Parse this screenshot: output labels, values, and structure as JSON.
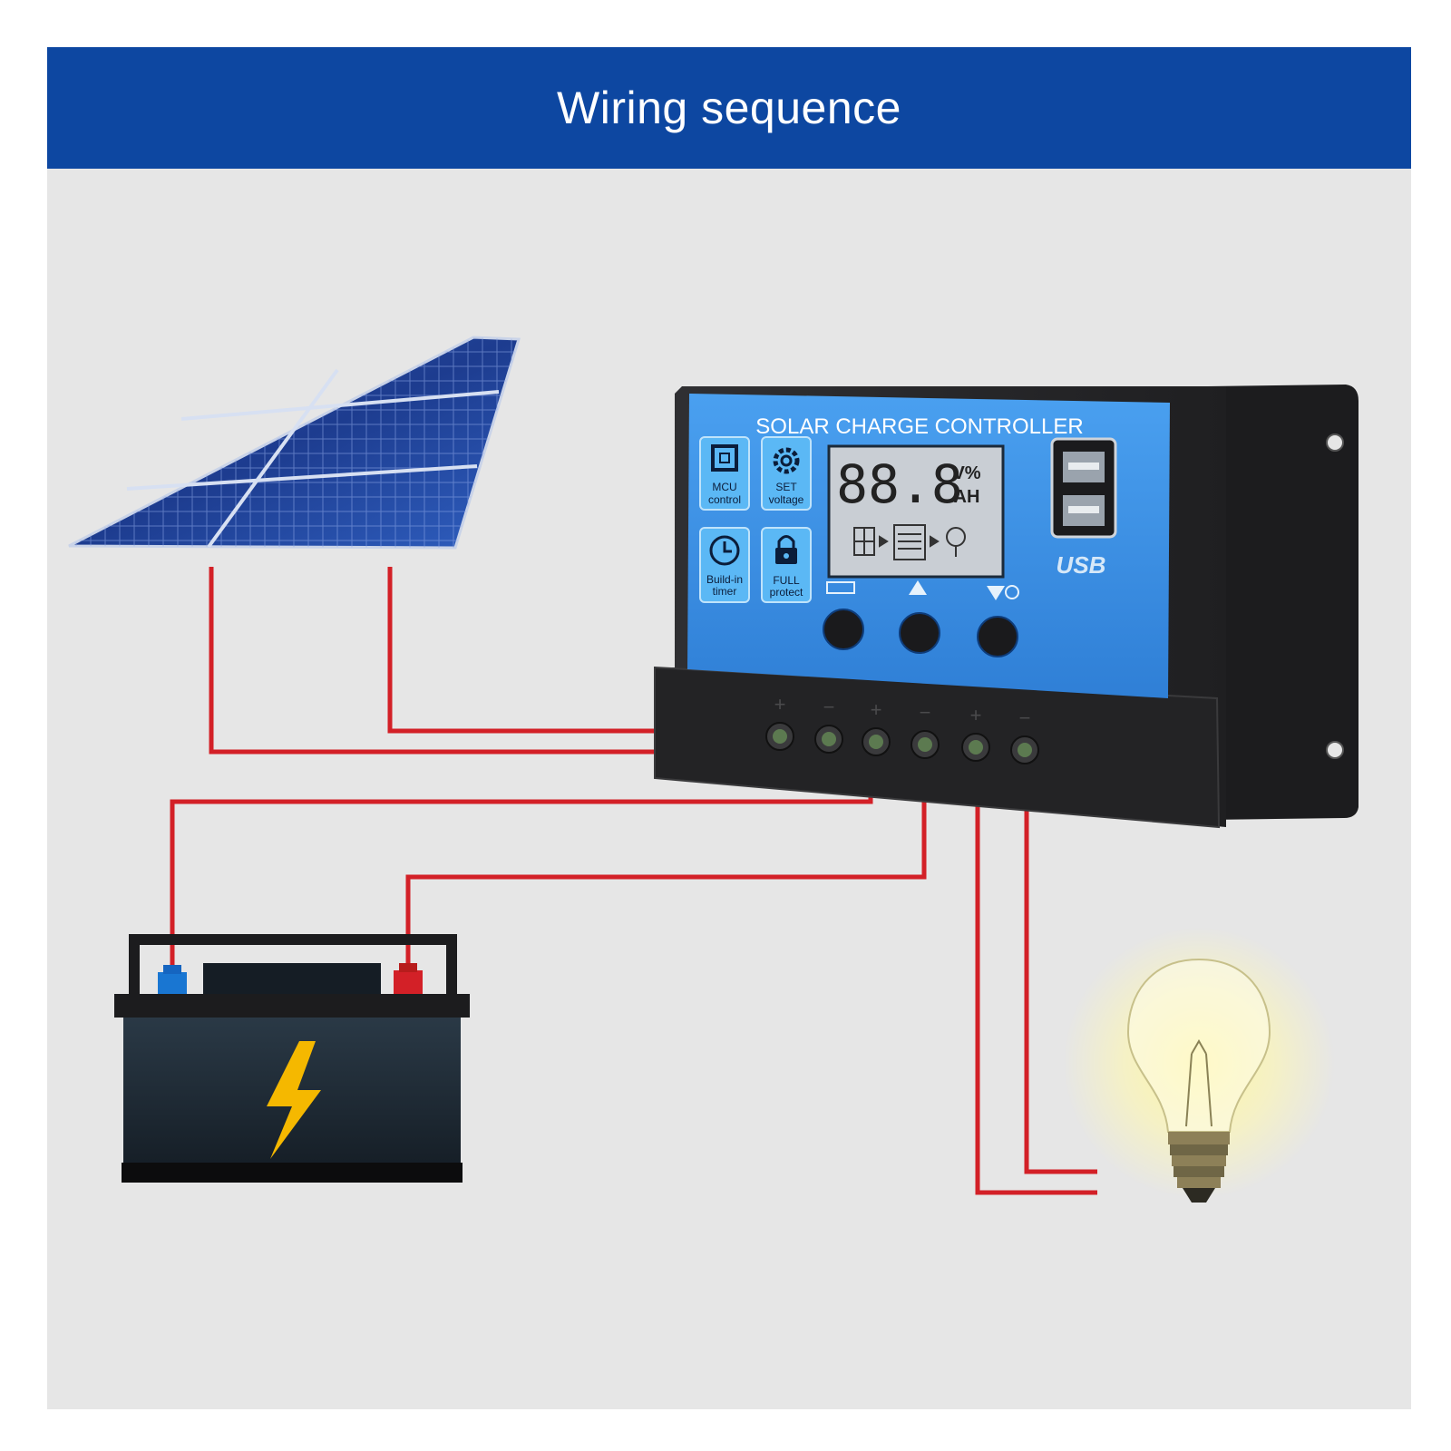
{
  "header": {
    "title": "Wiring sequence"
  },
  "controller": {
    "title": "SOLAR CHARGE CONTROLLER",
    "lcd_digits": "88.8",
    "lcd_unit_top": "V%",
    "lcd_unit_bottom": "AH",
    "usb_label": "USB",
    "features": [
      {
        "icon": "chip-icon",
        "line1": "MCU",
        "line2": "control"
      },
      {
        "icon": "gear-icon",
        "line1": "SET",
        "line2": "voltage"
      },
      {
        "icon": "clock-icon",
        "line1": "Build-in",
        "line2": "timer"
      },
      {
        "icon": "lock-icon",
        "line1": "FULL",
        "line2": "protect"
      }
    ],
    "terminal_signs": [
      "+",
      "−",
      "+",
      "−",
      "+",
      "−"
    ]
  },
  "colors": {
    "header": "#0d47a1",
    "wire": "#d32027",
    "controller_face": "#3b8fe0",
    "controller_body": "#2b2b2d",
    "battery_body": "#1f2b36",
    "bolt": "#f5b800",
    "bulb_glow": "#fff59d"
  }
}
